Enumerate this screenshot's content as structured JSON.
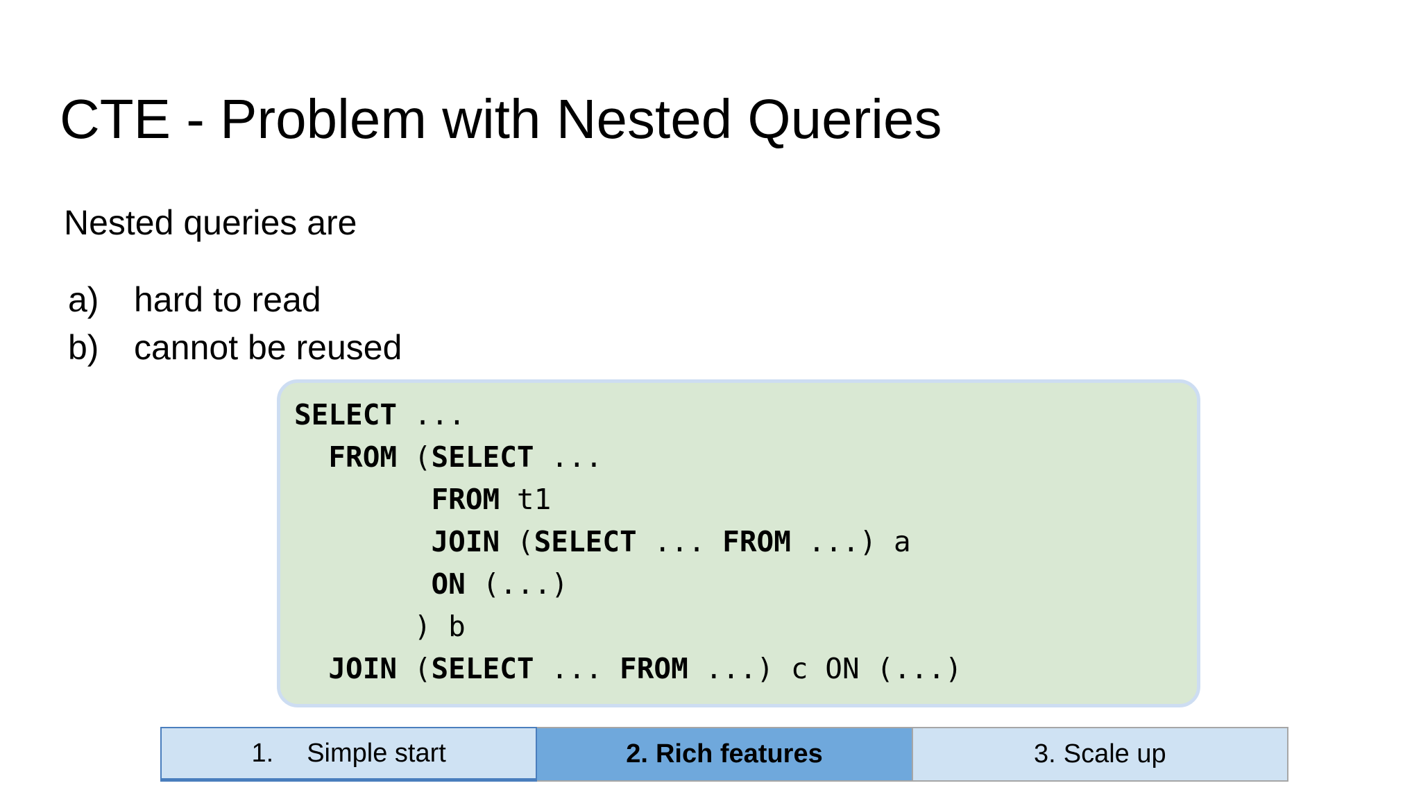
{
  "slide": {
    "title": "CTE - Problem with Nested Queries",
    "intro": "Nested queries are",
    "list": [
      {
        "marker": "a)",
        "text": "hard to read"
      },
      {
        "marker": "b)",
        "text": "cannot be reused"
      }
    ],
    "code": {
      "lines": [
        [
          {
            "t": "SELECT",
            "b": true
          },
          {
            "t": " ...",
            "b": false
          }
        ],
        [
          {
            "t": "  ",
            "b": false
          },
          {
            "t": "FROM",
            "b": true
          },
          {
            "t": " (",
            "b": false
          },
          {
            "t": "SELECT",
            "b": true
          },
          {
            "t": " ...",
            "b": false
          }
        ],
        [
          {
            "t": "        ",
            "b": false
          },
          {
            "t": "FROM",
            "b": true
          },
          {
            "t": " t1",
            "b": false
          }
        ],
        [
          {
            "t": "        ",
            "b": false
          },
          {
            "t": "JOIN",
            "b": true
          },
          {
            "t": " (",
            "b": false
          },
          {
            "t": "SELECT",
            "b": true
          },
          {
            "t": " ... ",
            "b": false
          },
          {
            "t": "FROM",
            "b": true
          },
          {
            "t": " ...) a",
            "b": false
          }
        ],
        [
          {
            "t": "        ",
            "b": false
          },
          {
            "t": "ON",
            "b": true
          },
          {
            "t": " (...)",
            "b": false
          }
        ],
        [
          {
            "t": "       ) b",
            "b": false
          }
        ],
        [
          {
            "t": "  ",
            "b": false
          },
          {
            "t": "JOIN",
            "b": true
          },
          {
            "t": " (",
            "b": false
          },
          {
            "t": "SELECT",
            "b": true
          },
          {
            "t": " ... ",
            "b": false
          },
          {
            "t": "FROM",
            "b": true
          },
          {
            "t": " ...) c ON (...)",
            "b": false
          }
        ]
      ]
    },
    "progress": {
      "steps": [
        {
          "number": "1.",
          "text": "Simple start",
          "state": "current-outlined"
        },
        {
          "number": "2.",
          "text": "Rich features",
          "state": "active"
        },
        {
          "number": "3.",
          "text": "Scale up",
          "state": "inactive"
        }
      ]
    },
    "colors": {
      "background": "#ffffff",
      "text": "#000000",
      "code_box_bg": "#d9e8d3",
      "code_box_border": "#cdddf2",
      "step_inactive_bg": "#cfe2f3",
      "step_active_bg": "#6fa8dc",
      "step_current_border": "#4a7ebd",
      "step_border_gray": "#a6a6a6"
    }
  }
}
